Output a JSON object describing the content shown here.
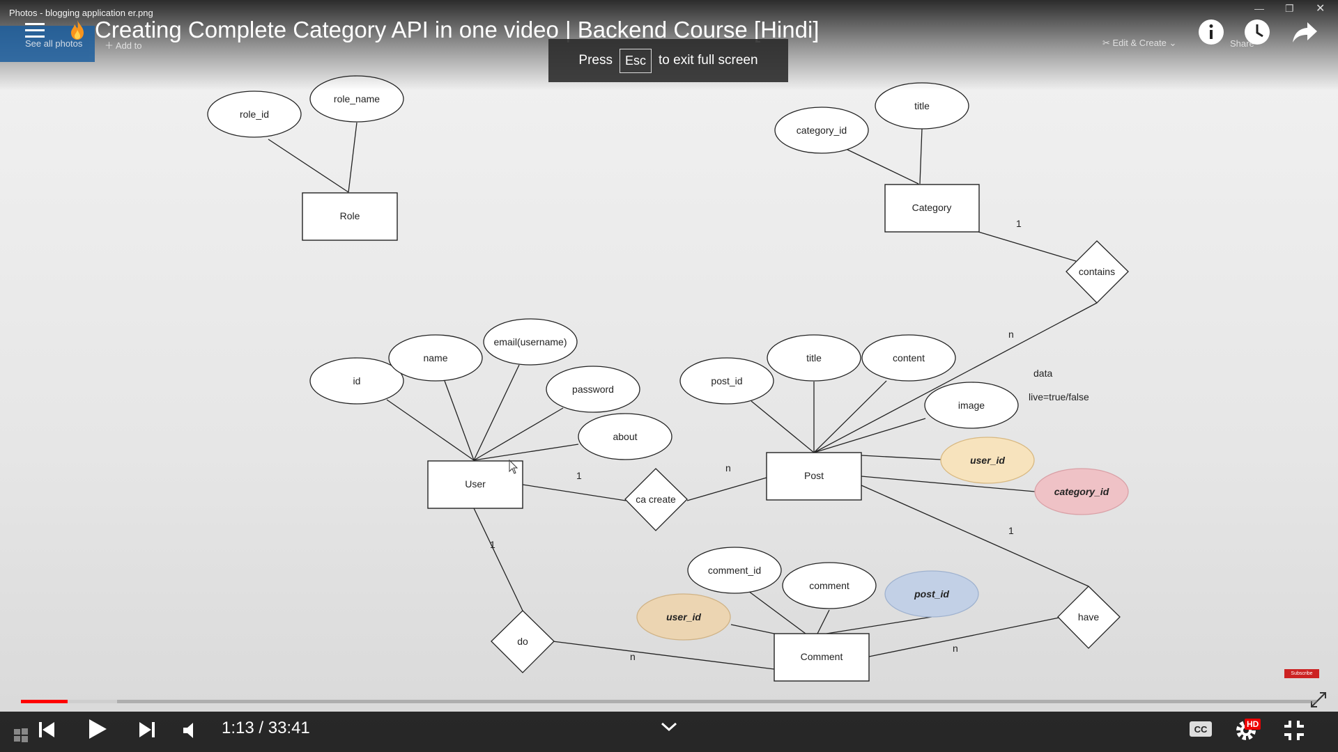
{
  "photos": {
    "window_title": "Photos - blogging application er.png",
    "see_all": "See all photos",
    "add_to": "Add to"
  },
  "video": {
    "title": "Creating Complete Category API in one video | Backend Course [Hindi]"
  },
  "fullscreen_hint": {
    "press": "Press",
    "key": "Esc",
    "rest": "to exit full screen"
  },
  "toolbar": {
    "edit_create": "Edit & Create",
    "share": "Share"
  },
  "player": {
    "time": "1:13 / 33:41",
    "current_seconds": 73,
    "duration_seconds": 2021,
    "buffered_fraction": 0.074,
    "hd": "HD",
    "subscribe": "Subscribe"
  },
  "colors": {
    "progress": "#ff0000",
    "fk_user": "#f7e3bd",
    "fk_category": "#efc2c6",
    "fk_post": "#c2d0e6",
    "fk_comment_user": "#ecd5b2"
  },
  "er": {
    "entities": {
      "role": "Role",
      "category": "Category",
      "user": "User",
      "post": "Post",
      "comment": "Comment"
    },
    "attributes": {
      "role_id": "role_id",
      "role_name": "role_name",
      "category_id": "category_id",
      "category_title": "title",
      "user_id": "id",
      "user_name": "name",
      "user_email": "email(username)",
      "user_password": "password",
      "user_about": "about",
      "post_id": "post_id",
      "post_title": "title",
      "post_content": "content",
      "post_image": "image",
      "post_user_id": "user_id",
      "post_category_id": "category_id",
      "comment_id": "comment_id",
      "comment_text": "comment",
      "comment_post_id": "post_id",
      "comment_user_id": "user_id"
    },
    "relationships": {
      "contains": "contains",
      "can_create": "ca create",
      "do": "do",
      "have": "have"
    },
    "cardinalities": {
      "category_contains": "1",
      "contains_post": "n",
      "user_create": "1",
      "create_post": "n",
      "user_do": "1",
      "do_comment": "n",
      "post_have": "1",
      "have_comment": "n"
    },
    "notes": {
      "data": "data",
      "live": "live=true/false"
    }
  }
}
